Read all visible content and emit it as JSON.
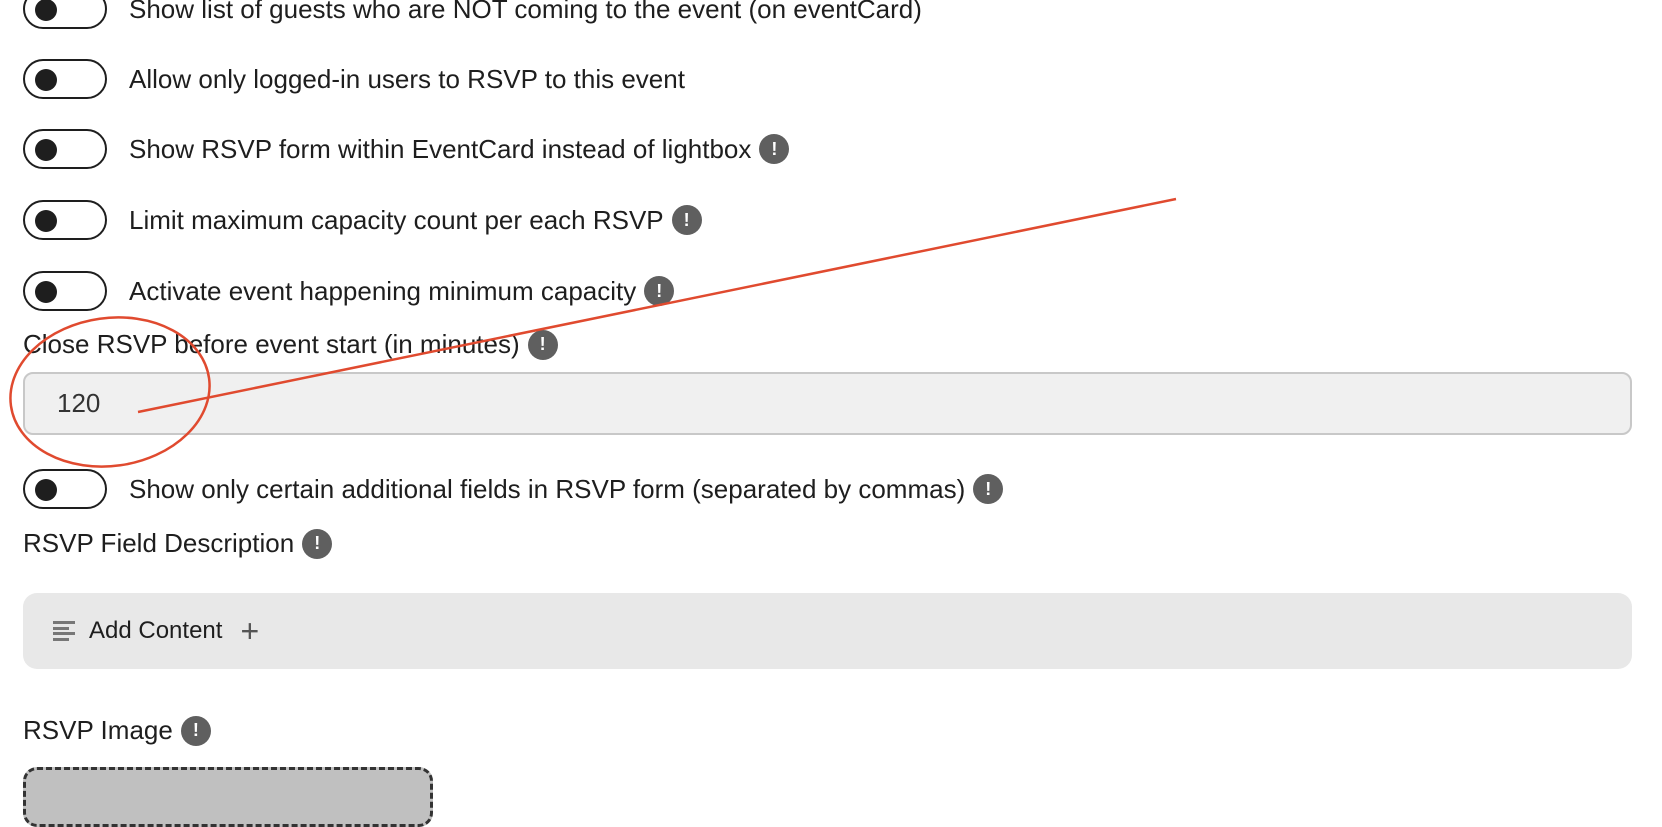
{
  "toggles": [
    {
      "label": "Show list of guests who are NOT coming to the event (on eventCard)",
      "enabled": false,
      "info": false
    },
    {
      "label": "Allow only logged-in users to RSVP to this event",
      "enabled": false,
      "info": false
    },
    {
      "label": "Show RSVP form within EventCard instead of lightbox",
      "enabled": false,
      "info": true
    },
    {
      "label": "Limit maximum capacity count per each RSVP",
      "enabled": false,
      "info": true
    },
    {
      "label": "Activate event happening minimum capacity",
      "enabled": false,
      "info": true
    }
  ],
  "close_rsvp": {
    "label": "Close RSVP before event start (in minutes)",
    "value": "120"
  },
  "additional_fields_toggle": {
    "label": "Show only certain additional fields in RSVP form (separated by commas)",
    "enabled": false
  },
  "field_description": {
    "label": "RSVP Field Description",
    "add_content": "Add Content"
  },
  "rsvp_image": {
    "label": "RSVP Image"
  },
  "info_glyph": "!",
  "annotation_color": "#e04a2f"
}
